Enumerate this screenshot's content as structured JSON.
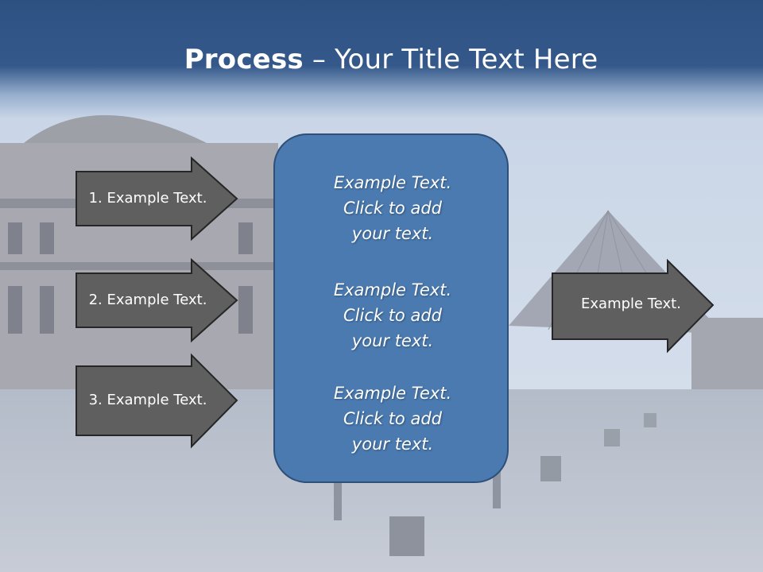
{
  "slide": {
    "title_bold": "Process",
    "title_rest": " – Your Title Text Here"
  },
  "left_arrows": [
    {
      "label": "1. Example Text."
    },
    {
      "label": "2. Example Text."
    },
    {
      "label": "3. Example Text."
    }
  ],
  "center_box": {
    "paragraphs": [
      {
        "line1": "Example Text.",
        "line2": "Click  to add",
        "line3": "your text."
      },
      {
        "line1": "Example Text.",
        "line2": "Click  to add",
        "line3": "your text."
      },
      {
        "line1": "Example Text.",
        "line2": "Click  to add",
        "line3": "your text."
      }
    ]
  },
  "right_arrow": {
    "label": "Example Text."
  },
  "colors": {
    "header": "#2c5282",
    "arrow_fill": "#5f5f5f",
    "center_fill": "#4a7ab0"
  }
}
